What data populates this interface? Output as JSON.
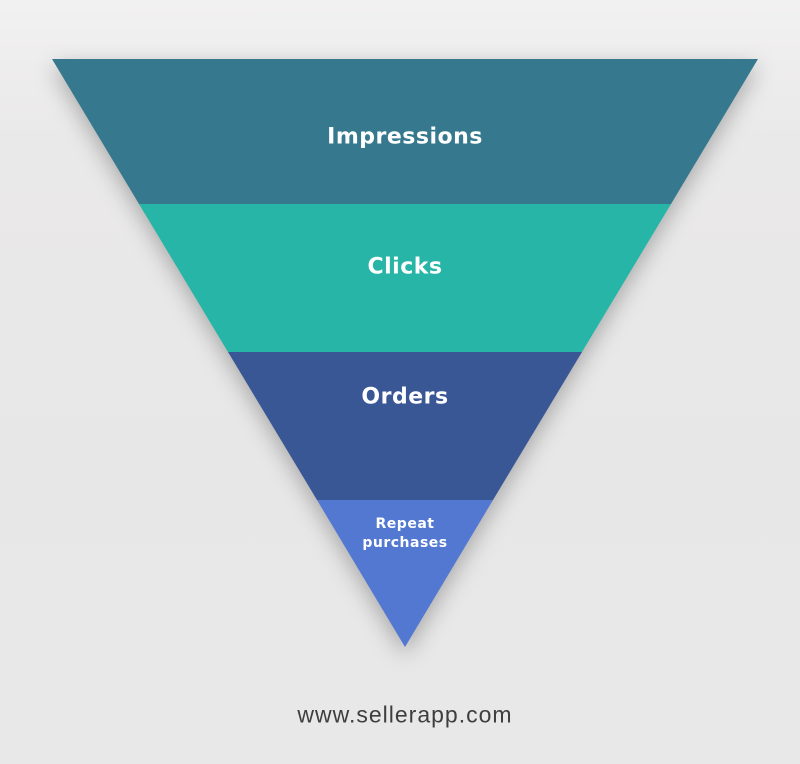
{
  "page": {
    "background_color": "#e8e7e7",
    "footer": {
      "url_text": "www.sellerapp.com",
      "text_color": "#3e3e3e"
    }
  },
  "funnel": {
    "type": "funnel",
    "orientation": "inverted-pyramid",
    "label_color": "#ffffff",
    "segments": [
      {
        "label": "Impressions",
        "color": "#36798F"
      },
      {
        "label": "Clicks",
        "color": "#26B5A6"
      },
      {
        "label": "Orders",
        "color": "#3A5795"
      },
      {
        "label": "Repeat purchases",
        "color": "#5378D2"
      }
    ]
  }
}
